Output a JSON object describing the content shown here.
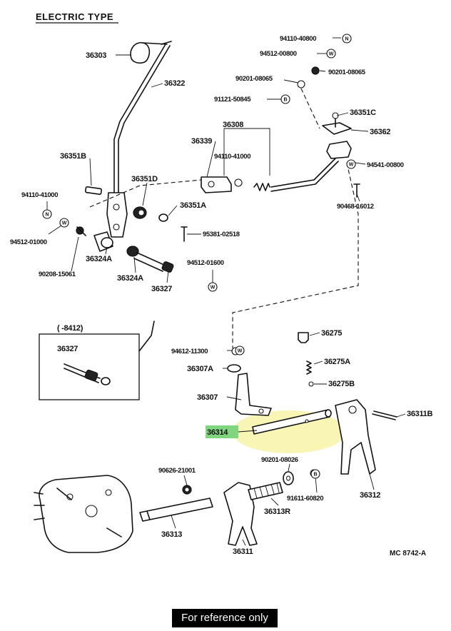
{
  "header": {
    "title": "ELECTRIC TYPE"
  },
  "inset": {
    "range_label": "( -8412)",
    "part": "36327"
  },
  "parts": {
    "p36303": "36303",
    "p36322": "36322",
    "p36308": "36308",
    "p36339": "36339",
    "p94110_41000a": "94110-41000",
    "p36351B": "36351B",
    "p36351D": "36351D",
    "p36351A": "36351A",
    "p94110_41000b": "94110-41000",
    "p94512_01000": "94512-01000",
    "p90208_15061": "90208-15061",
    "p36324A_1": "36324A",
    "p36324A_2": "36324A",
    "p36327": "36327",
    "p95381_02518": "95381-02518",
    "p94512_01600": "94512-01600",
    "p94110_40800": "94110-40800",
    "p94512_00800": "94512-00800",
    "p90201_08065a": "90201-08065",
    "p90201_08065b": "90201-08065",
    "p91121_50845": "91121-50845",
    "p36351C": "36351C",
    "p36362": "36362",
    "p94541_00800": "94541-00800",
    "p90468_16012": "90468-16012",
    "p94612_11300": "94612-11300",
    "p36307A": "36307A",
    "p36307": "36307",
    "p36275": "36275",
    "p36275A": "36275A",
    "p36275B": "36275B",
    "p36314": "36314",
    "p36311B": "36311B",
    "p90201_08026": "90201-08026",
    "p91611_60820": "91611-60820",
    "p36312": "36312",
    "p90626_21001": "90626-21001",
    "p36313R": "36313R",
    "p36313": "36313",
    "p36311": "36311"
  },
  "badges": {
    "n": "N",
    "w": "W",
    "b": "B"
  },
  "diagram_ref": "MC 8742-A",
  "highlight_color": "#f7f3a8",
  "highlight_label_color": "#7fd67f",
  "footer": {
    "note": "For reference only"
  }
}
